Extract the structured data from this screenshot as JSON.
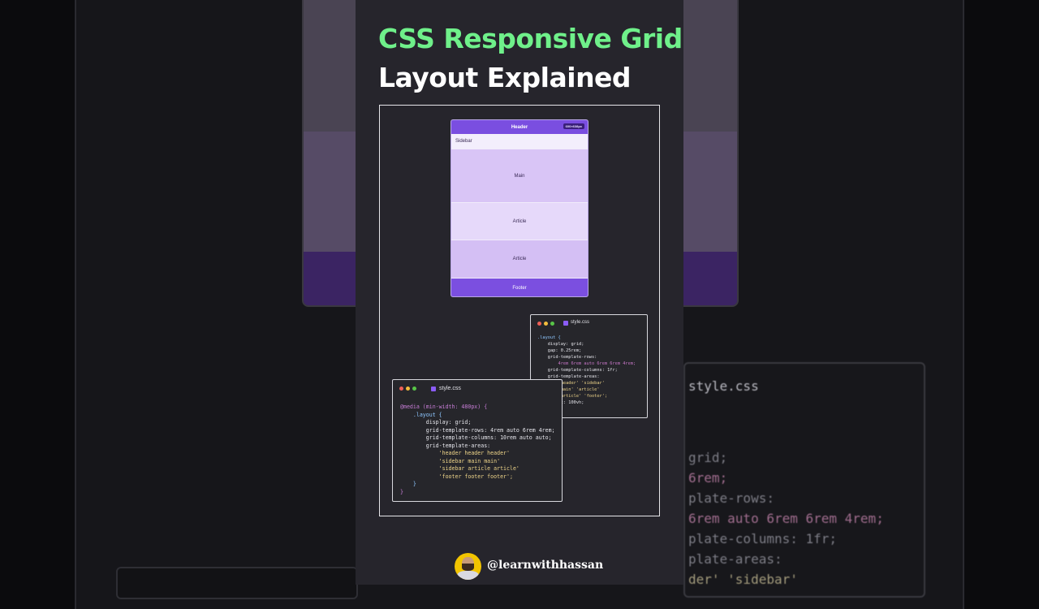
{
  "title": {
    "line1": "CSS Responsive Grid",
    "line2": "Layout Explained"
  },
  "colors": {
    "accent_green": "#6ff08a",
    "accent_purple": "#7a4ee0",
    "background": "#0b0b0d",
    "card": "#26252c"
  },
  "mockup": {
    "header": "Header",
    "size_badge": "600×638px",
    "sidebar": "Sidebar",
    "main": "Main",
    "article1": "Article",
    "article2": "Article",
    "footer": "Footer"
  },
  "code_small": {
    "filename": "style.css",
    "lines": [
      ".layout {",
      "    display: grid;",
      "    gap: 0.25rem;",
      "    grid-template-rows:",
      "        4rem 6rem auto 6rem 6rem 4rem;",
      "    grid-template-columns: 1fr;",
      "    grid-template-areas:",
      "        'header' 'sidebar'",
      "        'main' 'article'",
      "        'article' 'footer';",
      "    height: 100vh;",
      "}"
    ]
  },
  "code_large": {
    "filename": "style.css",
    "lines": [
      "@media (min-width: 480px) {",
      "    .layout {",
      "        display: grid;",
      "        grid-template-rows: 4rem auto 6rem 4rem;",
      "        grid-template-columns: 10rem auto auto;",
      "        grid-template-areas:",
      "            'header header header'",
      "            'sidebar main main'",
      "            'sidebar article article'",
      "            'footer footer footer';",
      "    }",
      "}"
    ]
  },
  "bg_code": {
    "filename": "style.css",
    "lines": [
      "grid;",
      "6rem;",
      "plate-rows:",
      "6rem auto 6rem 6rem 4rem;",
      "plate-columns: 1fr;",
      "plate-areas:",
      "der' 'sidebar'"
    ]
  },
  "author": {
    "handle": "@learnwithhassan",
    "avatar_icon": "person-avatar-icon"
  }
}
